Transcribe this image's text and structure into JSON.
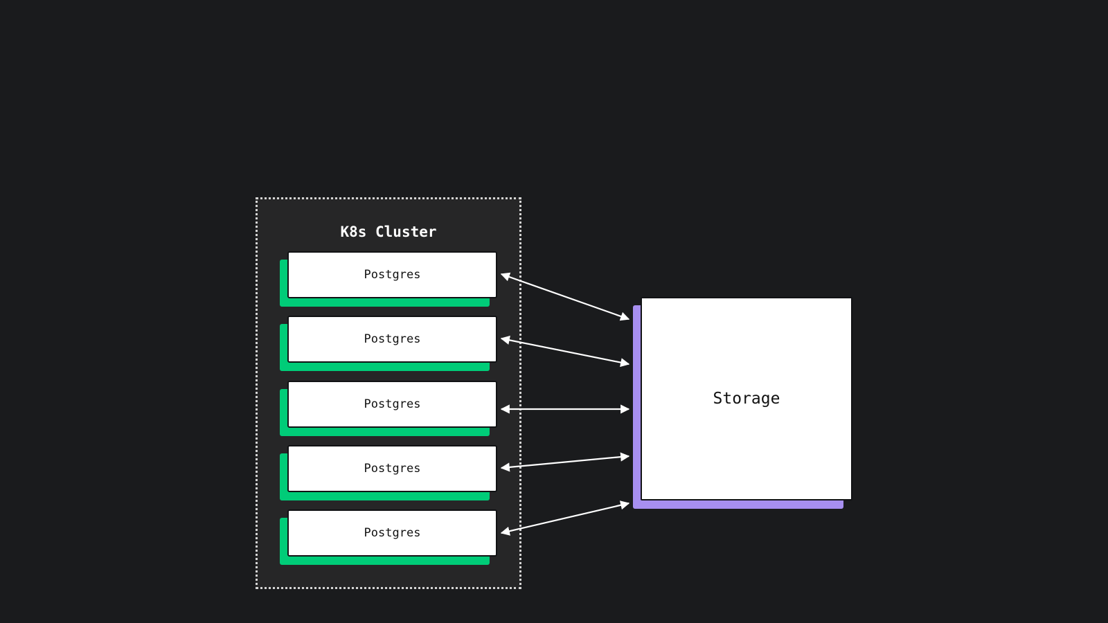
{
  "cluster": {
    "title": "K8s Cluster"
  },
  "postgres_nodes": [
    {
      "label": "Postgres"
    },
    {
      "label": "Postgres"
    },
    {
      "label": "Postgres"
    },
    {
      "label": "Postgres"
    },
    {
      "label": "Postgres"
    }
  ],
  "storage": {
    "label": "Storage"
  },
  "colors": {
    "background": "#1a1b1d",
    "cluster_fill": "#262627",
    "postgres_accent": "#00cc78",
    "storage_accent": "#a78ff0",
    "box_fill": "#ffffff",
    "arrow": "#ffffff"
  },
  "connections": [
    {
      "from": "postgres-1",
      "to": "storage",
      "direction": "bidirectional"
    },
    {
      "from": "postgres-2",
      "to": "storage",
      "direction": "bidirectional"
    },
    {
      "from": "postgres-3",
      "to": "storage",
      "direction": "bidirectional"
    },
    {
      "from": "postgres-4",
      "to": "storage",
      "direction": "bidirectional"
    },
    {
      "from": "postgres-5",
      "to": "storage",
      "direction": "bidirectional"
    }
  ]
}
